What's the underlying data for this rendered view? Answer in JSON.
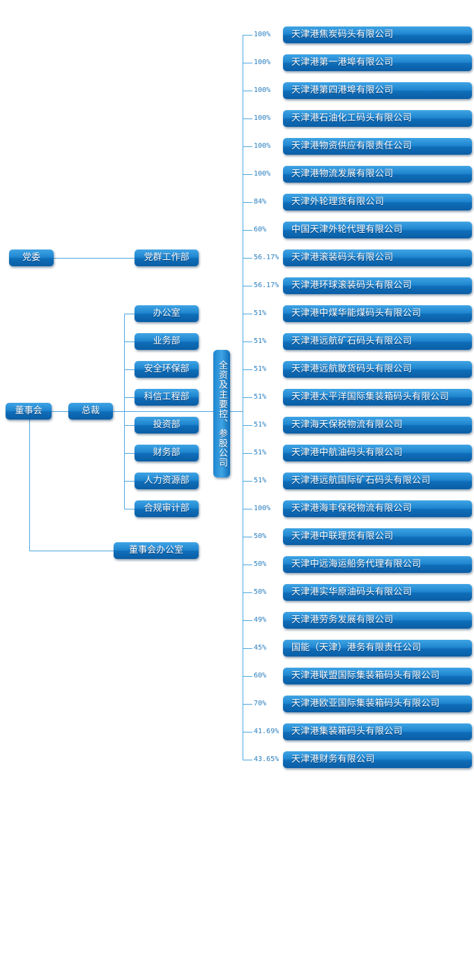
{
  "nodes": {
    "party_committee": "党委",
    "party_work_dept": "党群工作部",
    "board": "董事会",
    "president": "总裁",
    "board_office": "董事会办公室",
    "subsidiaries_group": "全资及主要控、参股公司"
  },
  "departments": [
    "办公室",
    "业务部",
    "安全环保部",
    "科信工程部",
    "投资部",
    "财务部",
    "人力资源部",
    "合规审计部"
  ],
  "companies": [
    {
      "pct": "100%",
      "name": "天津港焦炭码头有限公司"
    },
    {
      "pct": "100%",
      "name": "天津港第一港埠有限公司"
    },
    {
      "pct": "100%",
      "name": "天津港第四港埠有限公司"
    },
    {
      "pct": "100%",
      "name": "天津港石油化工码头有限公司"
    },
    {
      "pct": "100%",
      "name": "天津港物资供应有限责任公司"
    },
    {
      "pct": "100%",
      "name": "天津港物流发展有限公司"
    },
    {
      "pct": "84%",
      "name": "天津外轮理货有限公司"
    },
    {
      "pct": "60%",
      "name": "中国天津外轮代理有限公司"
    },
    {
      "pct": "56.17%",
      "name": "天津港滚装码头有限公司"
    },
    {
      "pct": "56.17%",
      "name": "天津港环球滚装码头有限公司"
    },
    {
      "pct": "51%",
      "name": "天津港中煤华能煤码头有限公司"
    },
    {
      "pct": "51%",
      "name": "天津港远航矿石码头有限公司"
    },
    {
      "pct": "51%",
      "name": "天津港远航散货码头有限公司"
    },
    {
      "pct": "51%",
      "name": "天津港太平洋国际集装箱码头有限公司"
    },
    {
      "pct": "51%",
      "name": "天津海天保税物流有限公司"
    },
    {
      "pct": "51%",
      "name": "天津港中航油码头有限公司"
    },
    {
      "pct": "51%",
      "name": "天津港远航国际矿石码头有限公司"
    },
    {
      "pct": "100%",
      "name": "天津港海丰保税物流有限公司"
    },
    {
      "pct": "50%",
      "name": "天津港中联理货有限公司"
    },
    {
      "pct": "50%",
      "name": "天津中远海运船务代理有限公司"
    },
    {
      "pct": "50%",
      "name": "天津港实华原油码头有限公司"
    },
    {
      "pct": "49%",
      "name": "天津港劳务发展有限公司"
    },
    {
      "pct": "45%",
      "name": "国能（天津）港务有限责任公司"
    },
    {
      "pct": "60%",
      "name": "天津港联盟国际集装箱码头有限公司"
    },
    {
      "pct": "70%",
      "name": "天津港欧亚国际集装箱码头有限公司"
    },
    {
      "pct": "41.69%",
      "name": "天津港集装箱码头有限公司"
    },
    {
      "pct": "43.65%",
      "name": "天津港财务有限公司"
    }
  ],
  "colors": {
    "box": "#1f86d0",
    "line": "#4aa6e0",
    "pct": "#2a7fc0"
  }
}
